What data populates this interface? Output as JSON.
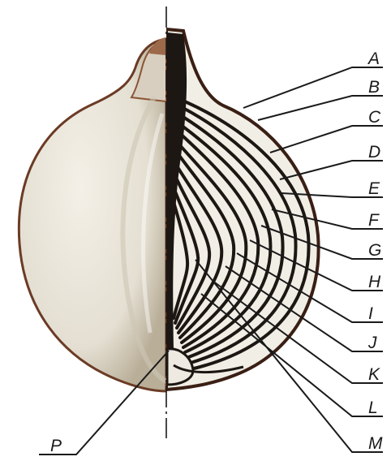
{
  "labels": {
    "A": "A",
    "B": "B",
    "C": "C",
    "D": "D",
    "E": "E",
    "F": "F",
    "G": "G",
    "H": "H",
    "I": "I",
    "J": "J",
    "K": "K",
    "L": "L",
    "M": "M",
    "P": "P"
  },
  "colors": {
    "flesh_light": "#eeeae0",
    "flesh_shadow": "#cfc8b6",
    "skin_edge": "#5a3020",
    "stem": "#8a5535",
    "scale_dark": "#1c1712",
    "leader_line": "#1a1a1a"
  }
}
